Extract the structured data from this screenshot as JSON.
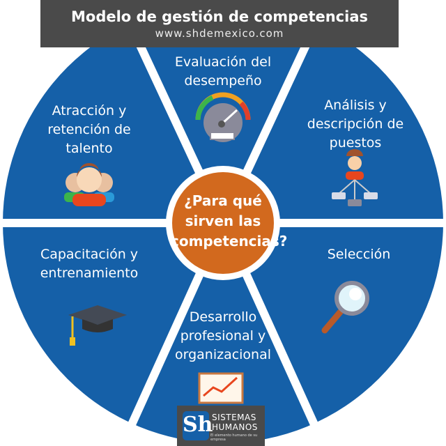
{
  "header": {
    "title": "Modelo de gestión de competencias",
    "subtitle": "www.shdemexico.com"
  },
  "center": {
    "text": "¿Para qué sirven las competencias?"
  },
  "segments": [
    {
      "label": "Evaluación del desempeño",
      "icon": "gauge-icon"
    },
    {
      "label": "Análisis y descripción de puestos",
      "icon": "org-chart-icon"
    },
    {
      "label": "Selección",
      "icon": "magnifier-icon"
    },
    {
      "label": "Desarrollo profesional y organizacional",
      "icon": "growth-chart-icon"
    },
    {
      "label": "Capacitación y entrenamiento",
      "icon": "graduation-cap-icon"
    },
    {
      "label": "Atracción y retención de talento",
      "icon": "people-icon"
    }
  ],
  "logo": {
    "mark": "Sh",
    "line1": "SISTEMAS",
    "line2": "HUMANOS",
    "tagline": "El elemento humano de su empresa"
  },
  "colors": {
    "segment": "#1560a8",
    "center": "#d2691e",
    "header": "#4a4a4a"
  }
}
